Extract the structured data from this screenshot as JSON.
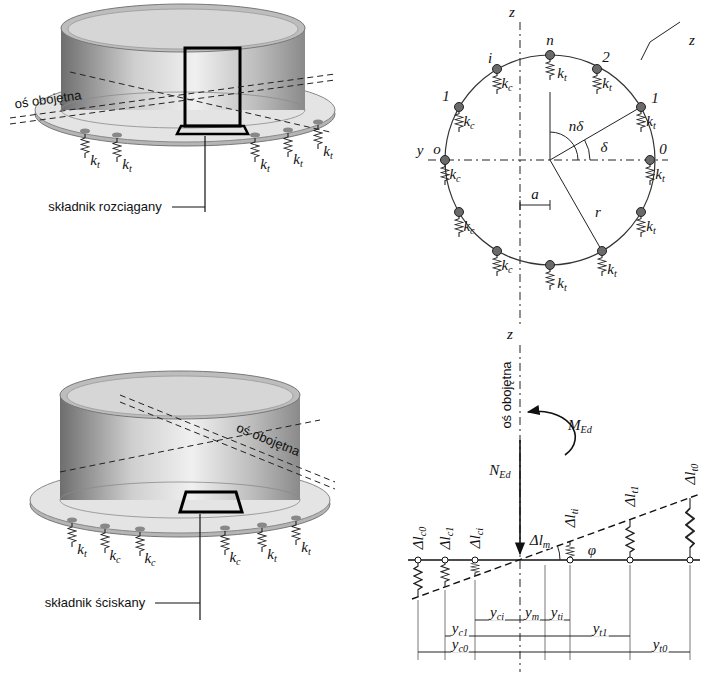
{
  "diagram": {
    "labels": [
      "oś obojętna",
      "kt",
      "kt",
      "kt",
      "kt",
      "kt",
      "składnik rozciągany",
      "oś obojętna",
      "kt",
      "kc",
      "kc",
      "kc",
      "kt",
      "kt",
      "składnik ściskany",
      "z",
      "n",
      "i",
      "2",
      "z",
      "kc",
      "kt",
      "kt",
      "1",
      "1",
      "kc",
      "kt",
      "nδ",
      "δ",
      "y",
      "o",
      "0",
      "kc",
      "kt",
      "a",
      "r",
      "kc",
      "kt",
      "kc",
      "kt",
      "kt",
      "z",
      "oś obojętna",
      "MEd",
      "NEd",
      "Δlc0",
      "Δlc1",
      "Δlci",
      "Δlm",
      "φ",
      "Δlti",
      "Δlt1",
      "Δlt0",
      "yci",
      "ym",
      "yti",
      "yc1",
      "yt1",
      "yc0",
      "yt0"
    ]
  }
}
